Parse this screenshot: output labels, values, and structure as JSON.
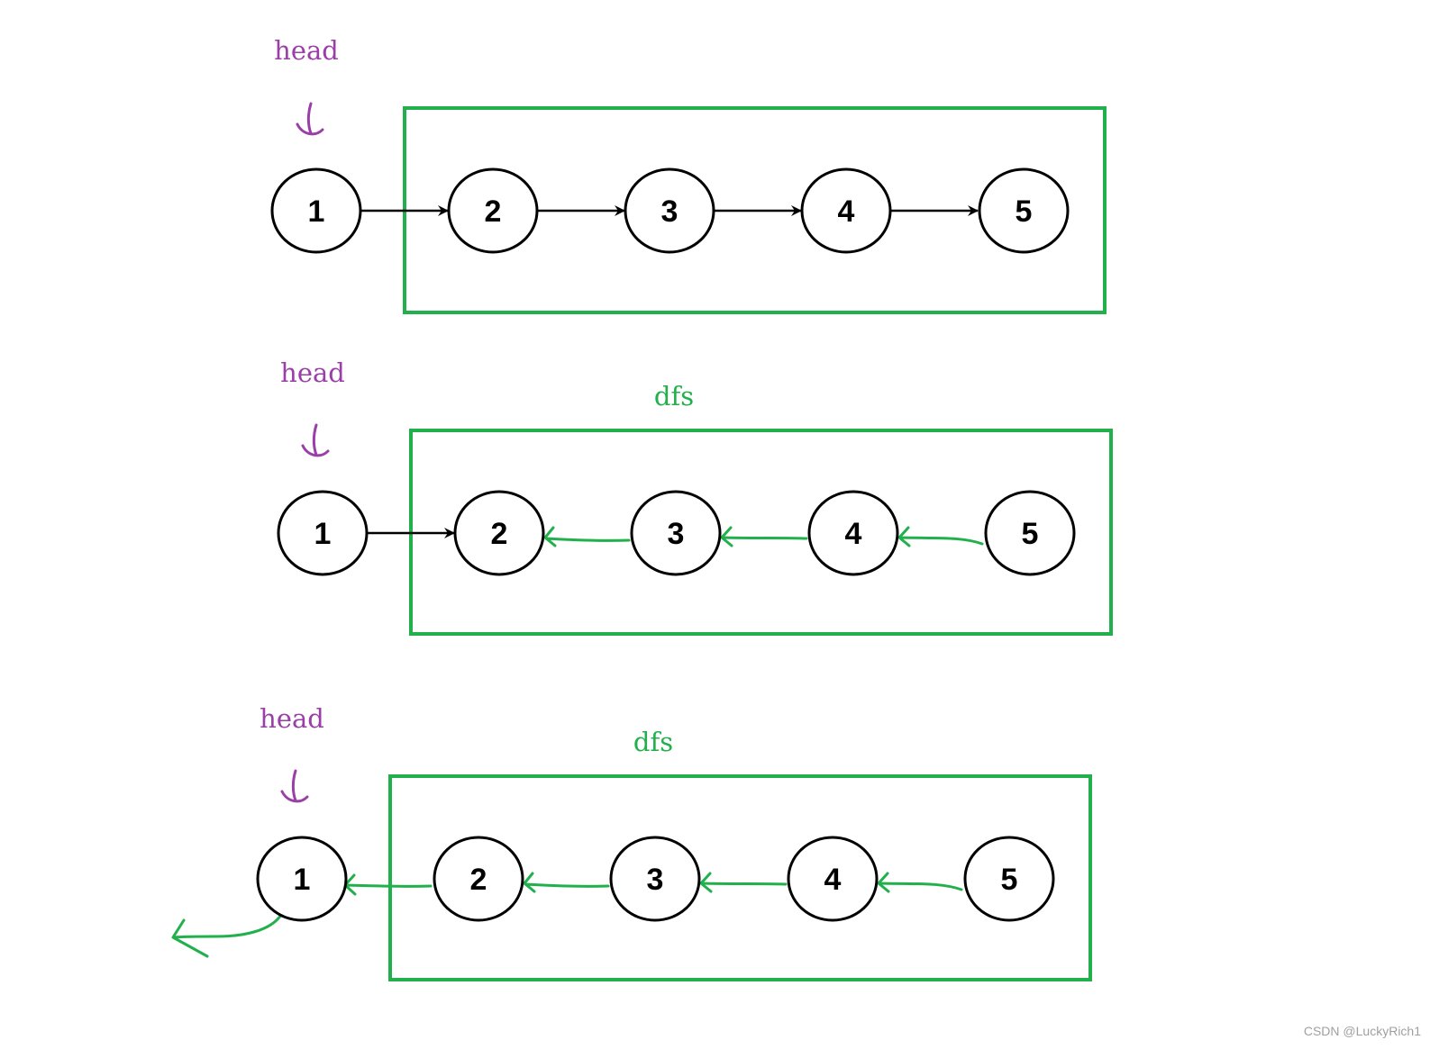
{
  "colors": {
    "head": "#9b3fa8",
    "dfs": "#21b04b",
    "node": "#000000"
  },
  "watermark": "CSDN @LuckyRich1",
  "panels": [
    {
      "id": "panel-1",
      "head_label": "head",
      "dfs_label": "",
      "nodes": [
        "1",
        "2",
        "3",
        "4",
        "5"
      ]
    },
    {
      "id": "panel-2",
      "head_label": "head",
      "dfs_label": "dfs",
      "nodes": [
        "1",
        "2",
        "3",
        "4",
        "5"
      ]
    },
    {
      "id": "panel-3",
      "head_label": "head",
      "dfs_label": "dfs",
      "nodes": [
        "1",
        "2",
        "3",
        "4",
        "5"
      ]
    }
  ]
}
